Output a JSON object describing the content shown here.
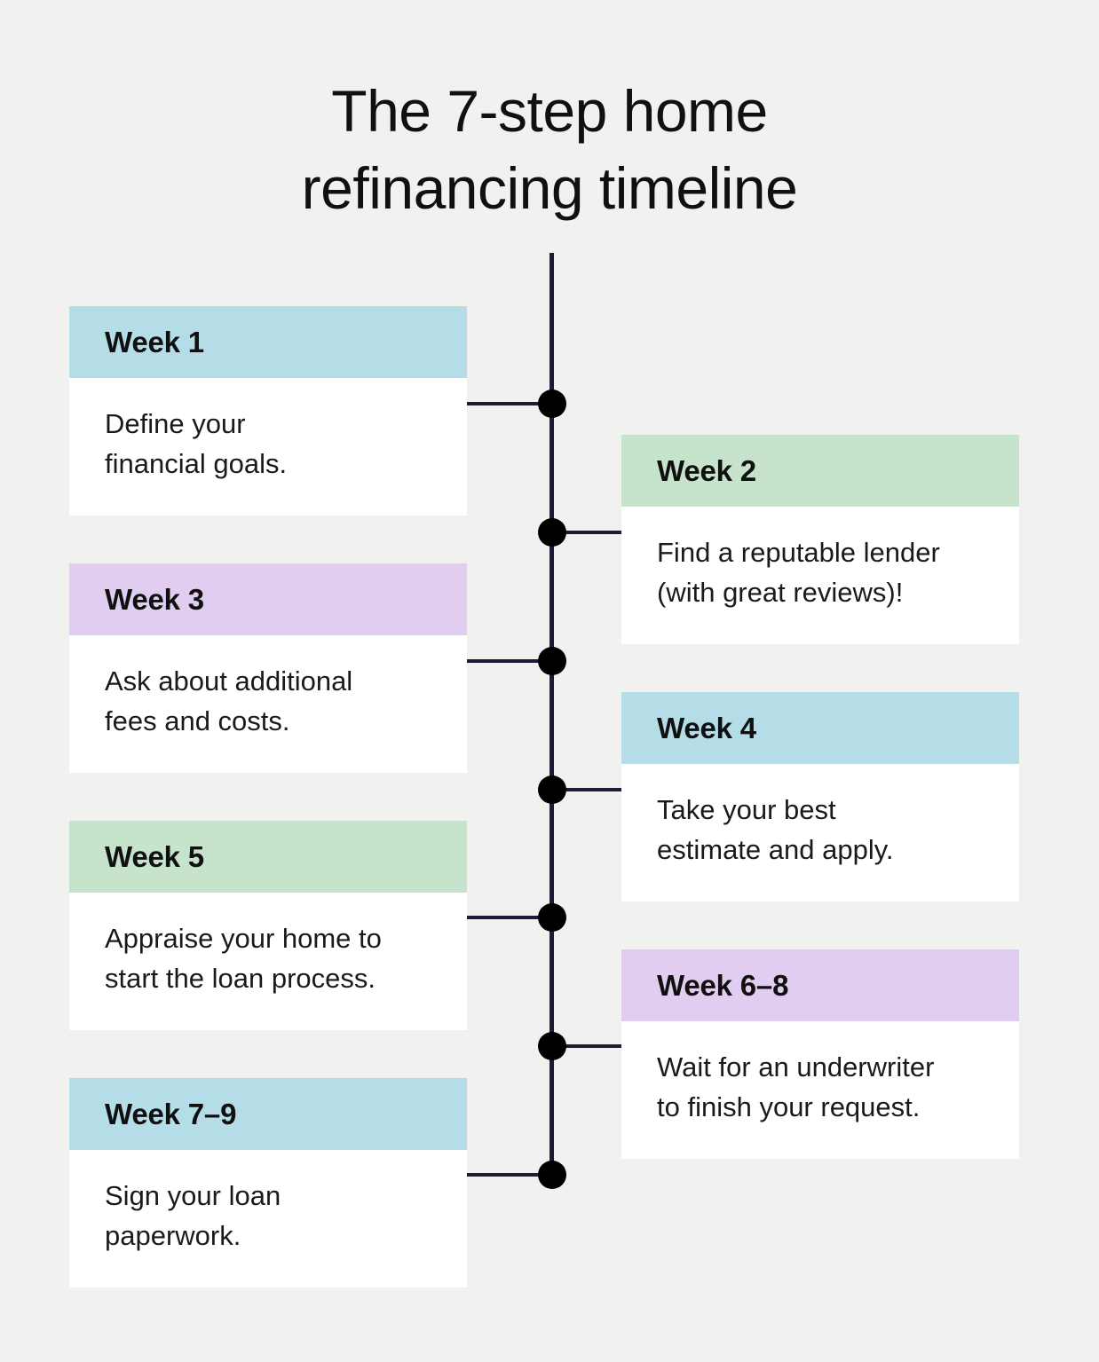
{
  "title": "The 7-step home\nrefinancing timeline",
  "colors": {
    "background": "#f1f1f0",
    "card_background": "#ffffff",
    "spine": "#1d1b36",
    "dot": "#000000",
    "blue": "#b5dde8",
    "green": "#c6e3cc",
    "purple": "#e0cdf0",
    "text": "#101010"
  },
  "timeline": {
    "steps": [
      {
        "label": "Week 1",
        "text": "Define your\nfinancial goals.",
        "color": "blue",
        "side": "left"
      },
      {
        "label": "Week 2",
        "text": "Find a reputable lender\n(with great reviews)!",
        "color": "green",
        "side": "right"
      },
      {
        "label": "Week 3",
        "text": "Ask about additional\nfees and costs.",
        "color": "purple",
        "side": "left"
      },
      {
        "label": "Week 4",
        "text": "Take your best\nestimate and apply.",
        "color": "blue",
        "side": "right"
      },
      {
        "label": "Week 5",
        "text": "Appraise your home to\nstart the loan process.",
        "color": "green",
        "side": "left"
      },
      {
        "label": "Week 6–8",
        "text": "Wait for an underwriter\nto finish your request.",
        "color": "purple",
        "side": "right"
      },
      {
        "label": "Week 7–9",
        "text": "Sign your loan\npaperwork.",
        "color": "blue",
        "side": "left"
      }
    ]
  }
}
